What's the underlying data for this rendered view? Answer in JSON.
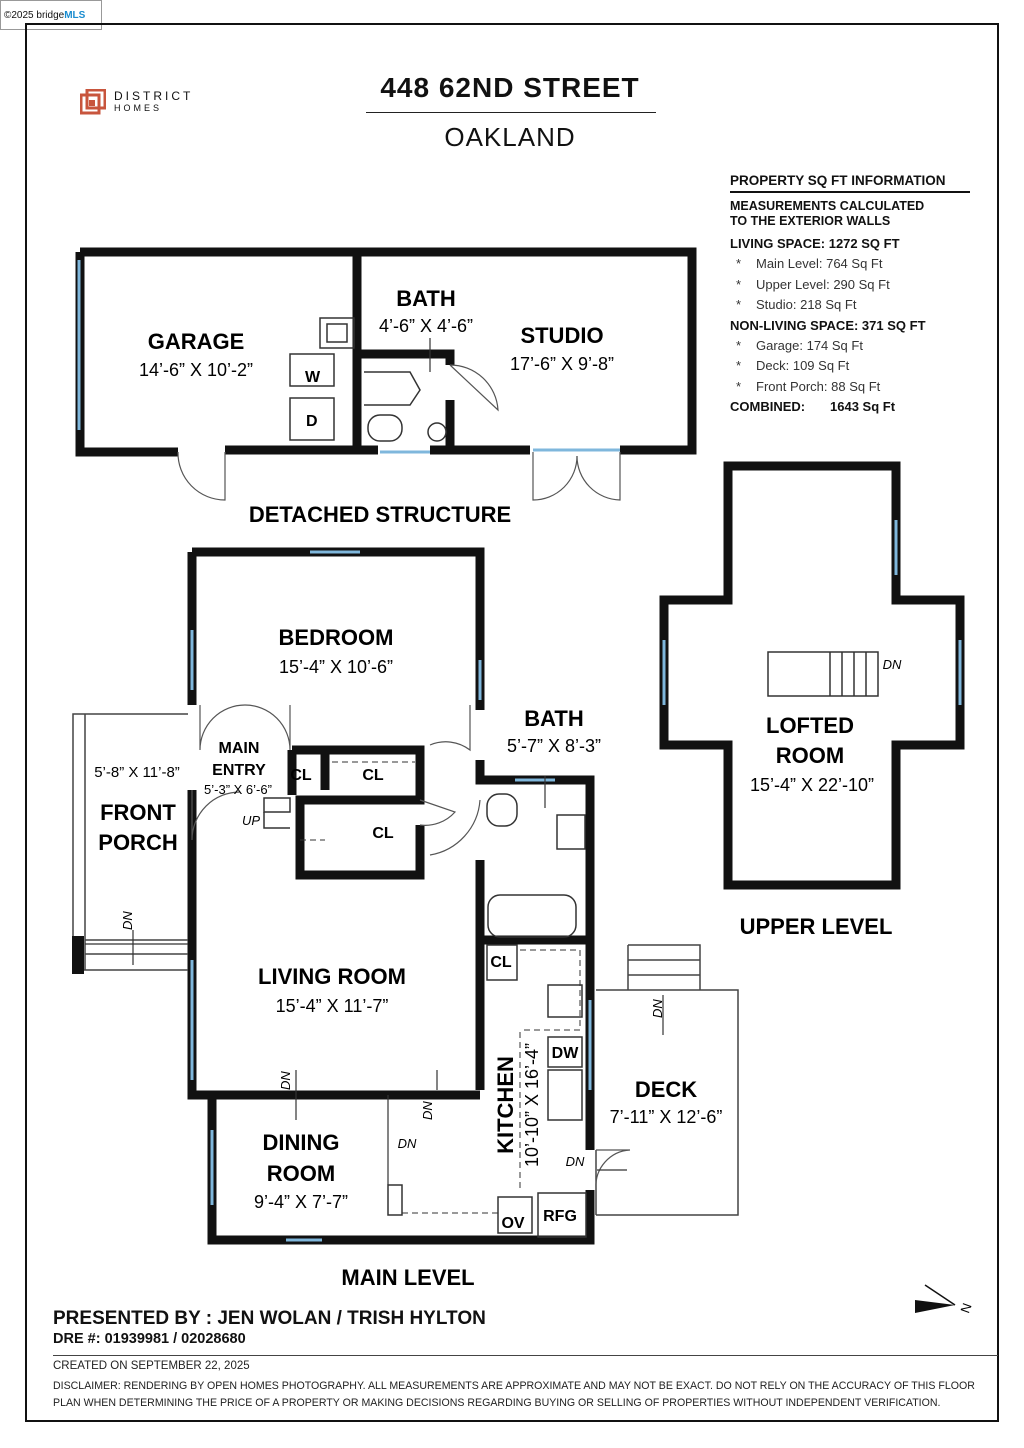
{
  "badge": {
    "prefix": "©2025 bridge",
    "mls": "MLS"
  },
  "header": {
    "title": "448 62ND STREET",
    "subtitle": "OAKLAND"
  },
  "logo": {
    "line1": "DISTRICT",
    "line2": "HOMES",
    "color": "#c8553d"
  },
  "sqft": {
    "heading": "PROPERTY SQ FT INFORMATION",
    "note1": "MEASUREMENTS CALCULATED",
    "note2": "TO THE EXTERIOR WALLS",
    "living": "LIVING SPACE: 1272 SQ FT",
    "main": "Main Level:   764 Sq Ft",
    "upper": "Upper Level:    290 Sq Ft",
    "studio": "Studio:   218 Sq Ft",
    "nonliving": "NON-LIVING SPACE: 371 SQ FT",
    "garage": "Garage:    174 Sq Ft",
    "deck": "Deck:    109 Sq Ft",
    "porch": "Front Porch:    88 Sq Ft",
    "combined_label": "COMBINED:",
    "combined_value": "1643  Sq Ft",
    "bullet": "*"
  },
  "rooms": {
    "garage": {
      "name": "GARAGE",
      "dim": "14’-6” X 10’-2”"
    },
    "bath_detached": {
      "name": "BATH",
      "dim": "4’-6” X 4’-6”"
    },
    "studio": {
      "name": "STUDIO",
      "dim": "17’-6” X 9’-8”"
    },
    "washer": "W",
    "dryer": "D",
    "bedroom": {
      "name": "BEDROOM",
      "dim": "15’-4” X 10’-6”"
    },
    "main_entry": {
      "line1": "MAIN",
      "line2": "ENTRY",
      "dim": "5’-3” X 6’-6”"
    },
    "front_porch": {
      "line1": "FRONT",
      "line2": "PORCH",
      "dim": "5’-8” X 11’-8”"
    },
    "bath_main": {
      "name": "BATH",
      "dim": "5’-7” X 8’-3”"
    },
    "living": {
      "name": "LIVING ROOM",
      "dim": "15’-4” X 11’-7”"
    },
    "dining": {
      "line1": "DINING",
      "line2": "ROOM",
      "dim": "9’-4” X 7’-7”"
    },
    "kitchen": {
      "name": "KITCHEN",
      "dim": "10’-10” X 16’-4”"
    },
    "deck": {
      "name": "DECK",
      "dim": "7’-11” X 12’-6”"
    },
    "lofted": {
      "line1": "LOFTED",
      "line2": "ROOM",
      "dim": "15’-4” X 22’-10”"
    },
    "cl": "CL",
    "dw": "DW",
    "ov": "OV",
    "rfg": "RFG",
    "up": "UP",
    "dn": "DN"
  },
  "levels": {
    "detached": "DETACHED STRUCTURE",
    "main": "MAIN LEVEL",
    "upper": "UPPER LEVEL"
  },
  "compass": "N",
  "footer": {
    "presented": "PRESENTED BY : JEN WOLAN / TRISH HYLTON",
    "dre": "DRE #: 01939981 / 02028680",
    "created": "CREATED ON SEPTEMBER 22, 2025",
    "disclaimer": "DISCLAIMER: RENDERING BY OPEN HOMES PHOTOGRAPHY. ALL MEASUREMENTS ARE APPROXIMATE AND MAY NOT BE EXACT. DO NOT RELY ON THE ACCURACY OF THIS FLOOR PLAN WHEN DETERMINING THE PRICE OF A PROPERTY OR MAKING DECISIONS REGARDING BUYING OR SELLING OF PROPERTIES WITHOUT INDEPENDENT VERIFICATION."
  }
}
